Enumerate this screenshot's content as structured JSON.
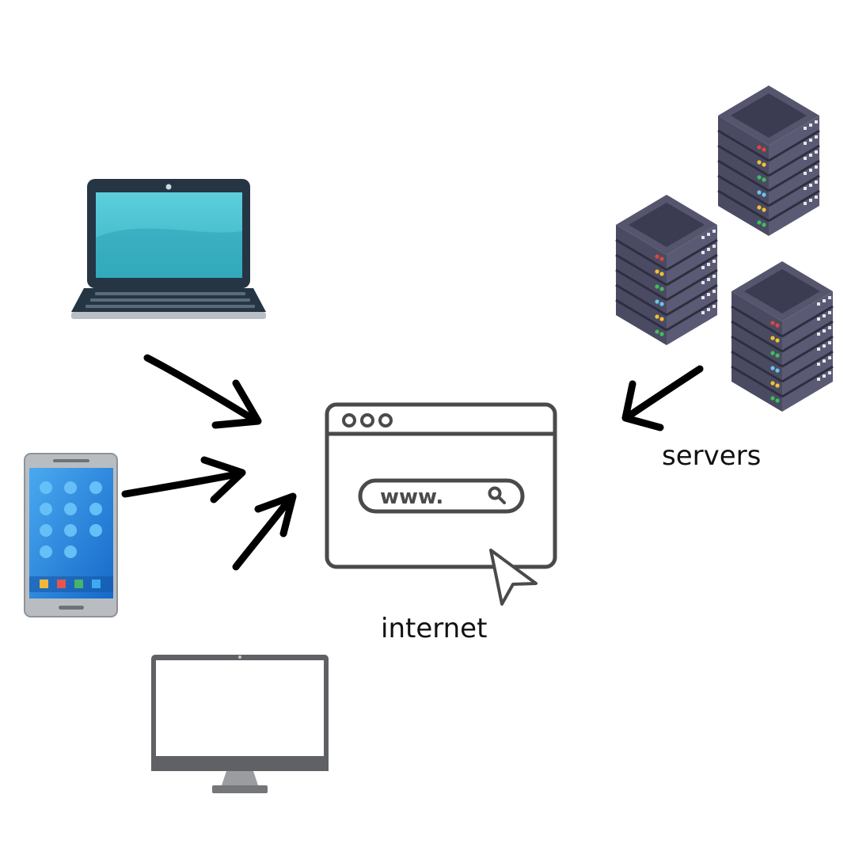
{
  "labels": {
    "servers": "servers",
    "internet": "internet",
    "url_text": "www."
  },
  "icons": {
    "laptop": "laptop-icon",
    "phone": "smartphone-icon",
    "monitor": "desktop-monitor-icon",
    "browser": "browser-window-icon",
    "search": "magnifier-icon",
    "cursor": "mouse-cursor-icon",
    "servers": "server-rack-icon"
  },
  "colors": {
    "arrow": "#000000",
    "outline": "#4a4a4a",
    "laptop_screen": "#45bfcf",
    "rack_body": "#4e4e66",
    "rack_dark": "#35354a",
    "phone_screen": "#2b8fe0"
  }
}
